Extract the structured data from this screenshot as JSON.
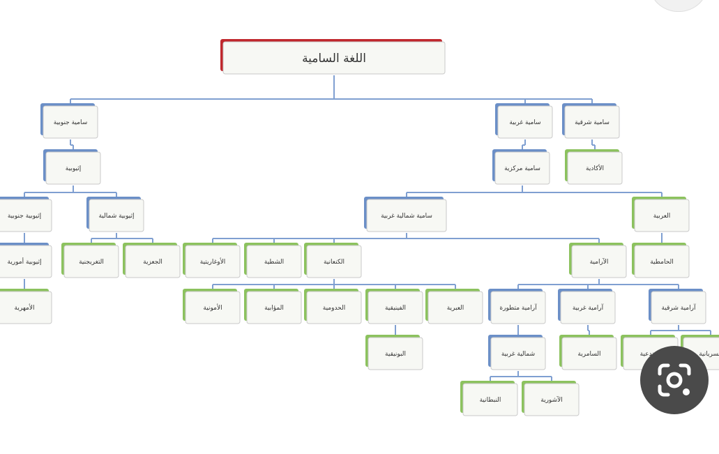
{
  "colors": {
    "blue": "#6b8fc7",
    "green": "#8cc25e",
    "red": "#c0282d",
    "root_fill": "#fbe3e3",
    "node_fill": "#f7f8f4",
    "line": "#7f9fd1"
  },
  "root": {
    "label": "اللغة السامية",
    "color": "red"
  },
  "nodes": [
    {
      "id": "sw",
      "label": "سامية جنوبية",
      "color": "blue",
      "parent": "root"
    },
    {
      "id": "sg",
      "label": "سامية غربية",
      "color": "blue",
      "parent": "root"
    },
    {
      "id": "ss",
      "label": "سامية شرقية",
      "color": "blue",
      "parent": "root"
    },
    {
      "id": "eth",
      "label": "إثيوبية",
      "color": "blue",
      "parent": "sw"
    },
    {
      "id": "sc",
      "label": "سامية مركزية",
      "color": "blue",
      "parent": "sg"
    },
    {
      "id": "akk",
      "label": "الأكادية",
      "color": "green",
      "parent": "ss"
    },
    {
      "id": "ethS",
      "label": "إثيوبية جنوبية",
      "color": "blue",
      "parent": "eth"
    },
    {
      "id": "ethN",
      "label": "إثيوبية شمالية",
      "color": "blue",
      "parent": "eth"
    },
    {
      "id": "snw",
      "label": "سامية شمالية غربية",
      "color": "blue",
      "parent": "sc"
    },
    {
      "id": "arab",
      "label": "العربية",
      "color": "green",
      "parent": "sc"
    },
    {
      "id": "ethE",
      "label": "إثيوبية أمورية",
      "color": "blue",
      "parent": "ethS"
    },
    {
      "id": "tig",
      "label": "التغريجنية",
      "color": "green",
      "parent": "ethN"
    },
    {
      "id": "gez",
      "label": "الجعزية",
      "color": "green",
      "parent": "ethN"
    },
    {
      "id": "ugr",
      "label": "الأوغاريتية",
      "color": "green",
      "parent": "snw"
    },
    {
      "id": "sam",
      "label": "الشطية",
      "color": "green",
      "parent": "snw"
    },
    {
      "id": "can",
      "label": "الكنعانية",
      "color": "green",
      "parent": "snw"
    },
    {
      "id": "ara",
      "label": "الآرامية",
      "color": "green",
      "parent": "snw"
    },
    {
      "id": "ham",
      "label": "الحامطية",
      "color": "green",
      "parent": "arab"
    },
    {
      "id": "amh",
      "label": "الأمهرية",
      "color": "green",
      "parent": "ethE"
    },
    {
      "id": "amo",
      "label": "الأمونية",
      "color": "green",
      "parent": "can"
    },
    {
      "id": "moa",
      "label": "المؤابية",
      "color": "green",
      "parent": "can"
    },
    {
      "id": "edo",
      "label": "الحدومية",
      "color": "green",
      "parent": "can"
    },
    {
      "id": "phe",
      "label": "الفينيقية",
      "color": "green",
      "parent": "can"
    },
    {
      "id": "heb",
      "label": "العبرية",
      "color": "green",
      "parent": "can"
    },
    {
      "id": "pun",
      "label": "البونيقية",
      "color": "green",
      "parent": "phe"
    },
    {
      "id": "aC",
      "label": "آرامية متطورة",
      "color": "blue",
      "parent": "ara"
    },
    {
      "id": "aW",
      "label": "آرامية غربية",
      "color": "blue",
      "parent": "ara"
    },
    {
      "id": "aE",
      "label": "آرامية شرقية",
      "color": "blue",
      "parent": "ara"
    },
    {
      "id": "nwA",
      "label": "شمالية غربية",
      "color": "blue",
      "parent": "aC"
    },
    {
      "id": "sama",
      "label": "السامرية",
      "color": "green",
      "parent": "aW"
    },
    {
      "id": "man",
      "label": "المندعية",
      "color": "green",
      "parent": "aE"
    },
    {
      "id": "syr",
      "label": "السريانية",
      "color": "green",
      "parent": "aE"
    },
    {
      "id": "nab",
      "label": "النبطانية",
      "color": "green",
      "parent": "nwA"
    },
    {
      "id": "pal",
      "label": "الآشورية",
      "color": "green",
      "parent": "nwA"
    }
  ],
  "controls": {
    "lens_icon": "lens-camera-icon"
  }
}
